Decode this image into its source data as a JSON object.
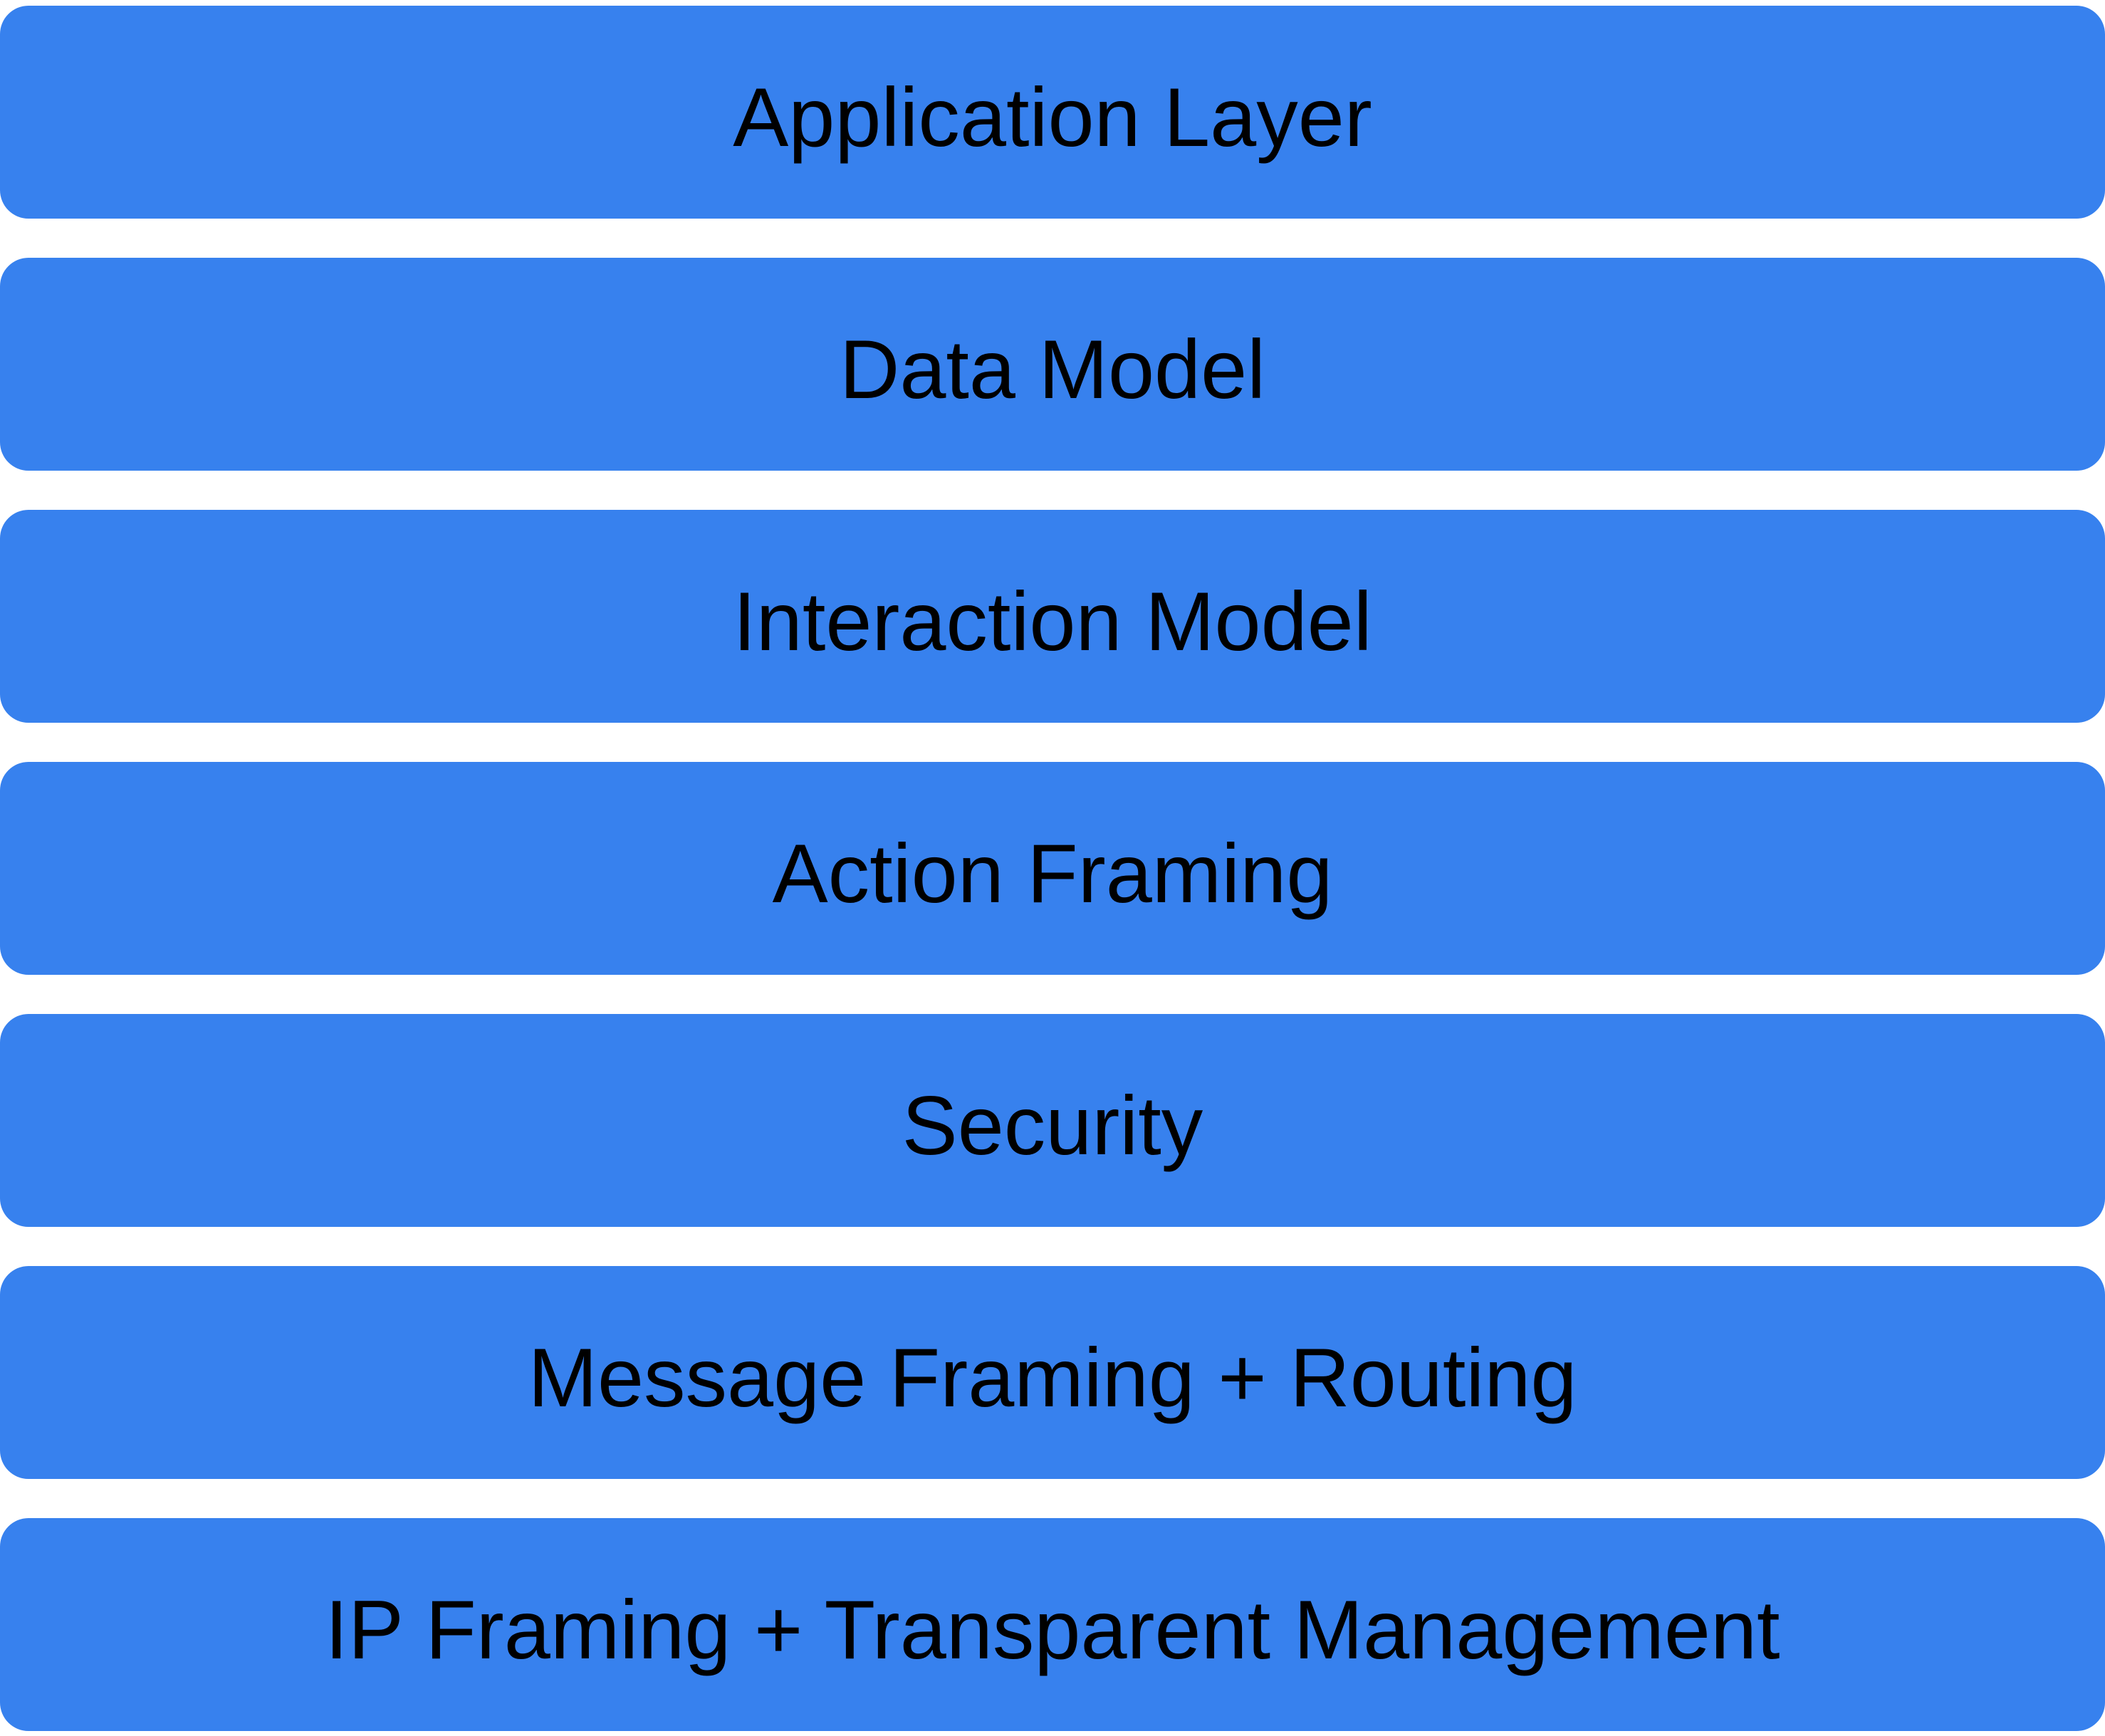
{
  "colors": {
    "layer_fill": "#3781EE",
    "label_text": "#000000",
    "background": "#FFFFFF"
  },
  "diagram": {
    "type": "layer-stack",
    "layers": [
      {
        "label": "Application Layer"
      },
      {
        "label": "Data Model"
      },
      {
        "label": "Interaction Model"
      },
      {
        "label": "Action Framing"
      },
      {
        "label": "Security"
      },
      {
        "label": "Message Framing + Routing"
      },
      {
        "label": "IP Framing + Transparent Management"
      }
    ]
  }
}
